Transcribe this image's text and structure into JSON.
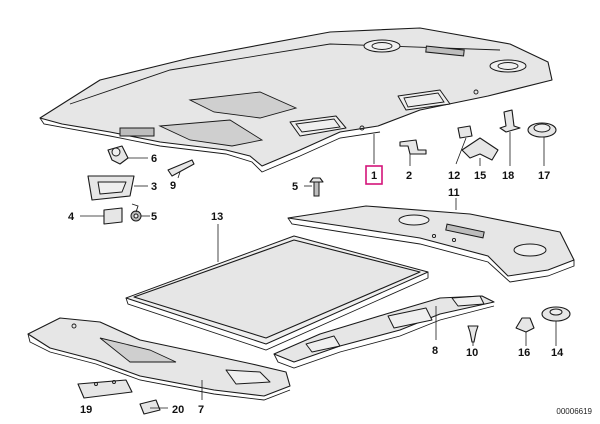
{
  "callouts": {
    "c1": "1",
    "c2": "2",
    "c3": "3",
    "c4": "4",
    "c5a": "5",
    "c5b": "5",
    "c6": "6",
    "c7": "7",
    "c8": "8",
    "c9": "9",
    "c10": "10",
    "c11": "11",
    "c12": "12",
    "c13": "13",
    "c14": "14",
    "c15": "15",
    "c16": "16",
    "c17": "17",
    "c18": "18",
    "c19": "19",
    "c20": "20"
  },
  "highlight_color": "#d4147a",
  "reference_number": "00006619"
}
